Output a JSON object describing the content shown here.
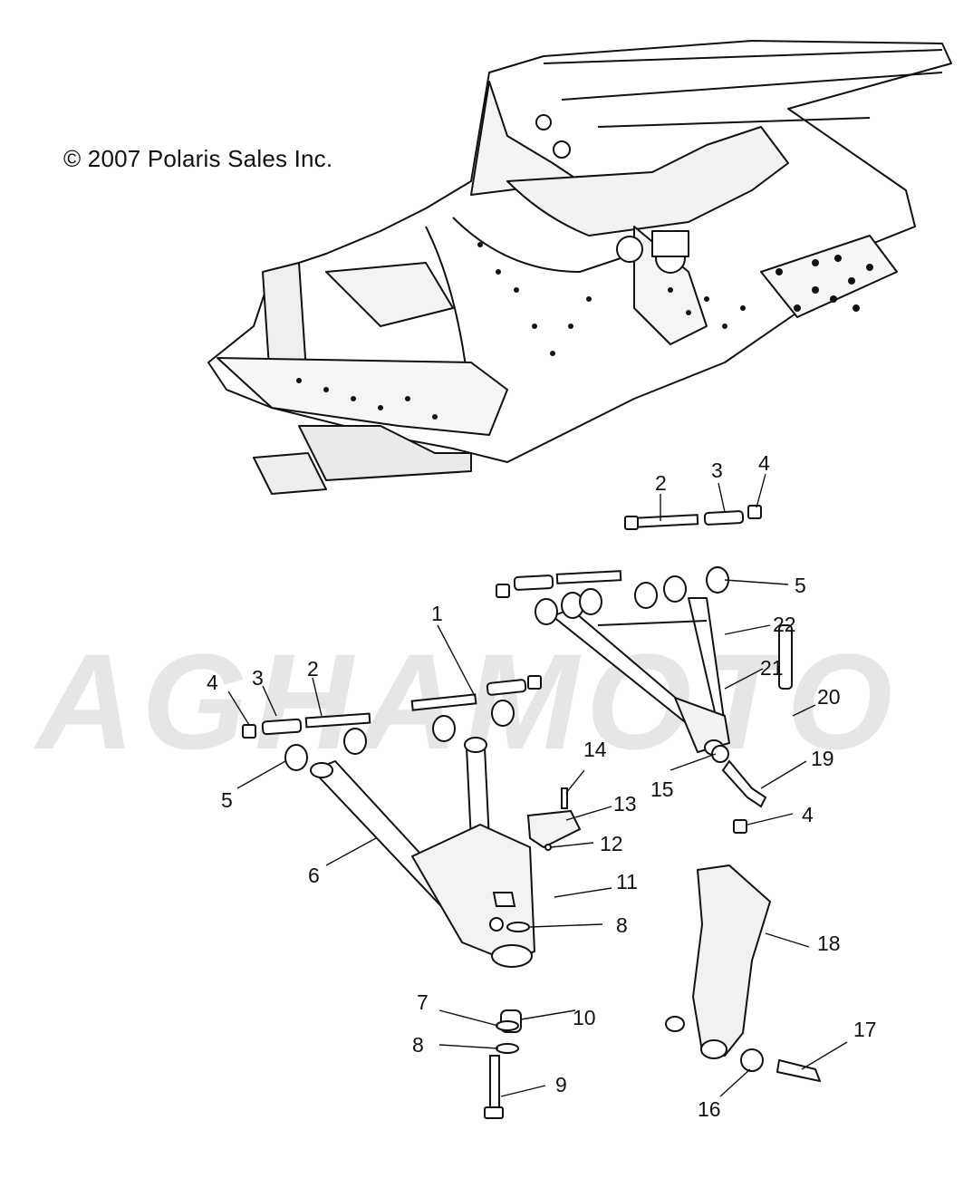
{
  "copyright": "© 2007 Polaris Sales Inc.",
  "watermark": "AGHAMOTO",
  "callouts": [
    {
      "id": "c1",
      "text": "1"
    },
    {
      "id": "c2a",
      "text": "2"
    },
    {
      "id": "c3a",
      "text": "3"
    },
    {
      "id": "c4a",
      "text": "4"
    },
    {
      "id": "c5a",
      "text": "5"
    },
    {
      "id": "c22",
      "text": "22"
    },
    {
      "id": "c21",
      "text": "21"
    },
    {
      "id": "c20",
      "text": "20"
    },
    {
      "id": "c4b",
      "text": "4"
    },
    {
      "id": "c3b",
      "text": "3"
    },
    {
      "id": "c2b",
      "text": "2"
    },
    {
      "id": "c5b",
      "text": "5"
    },
    {
      "id": "c14",
      "text": "14"
    },
    {
      "id": "c13",
      "text": "13"
    },
    {
      "id": "c12",
      "text": "12"
    },
    {
      "id": "c15",
      "text": "15"
    },
    {
      "id": "c19",
      "text": "19"
    },
    {
      "id": "c4c",
      "text": "4"
    },
    {
      "id": "c6",
      "text": "6"
    },
    {
      "id": "c11",
      "text": "11"
    },
    {
      "id": "c8a",
      "text": "8"
    },
    {
      "id": "c18",
      "text": "18"
    },
    {
      "id": "c7",
      "text": "7"
    },
    {
      "id": "c10",
      "text": "10"
    },
    {
      "id": "c8b",
      "text": "8"
    },
    {
      "id": "c9",
      "text": "9"
    },
    {
      "id": "c17",
      "text": "17"
    },
    {
      "id": "c16",
      "text": "16"
    }
  ]
}
